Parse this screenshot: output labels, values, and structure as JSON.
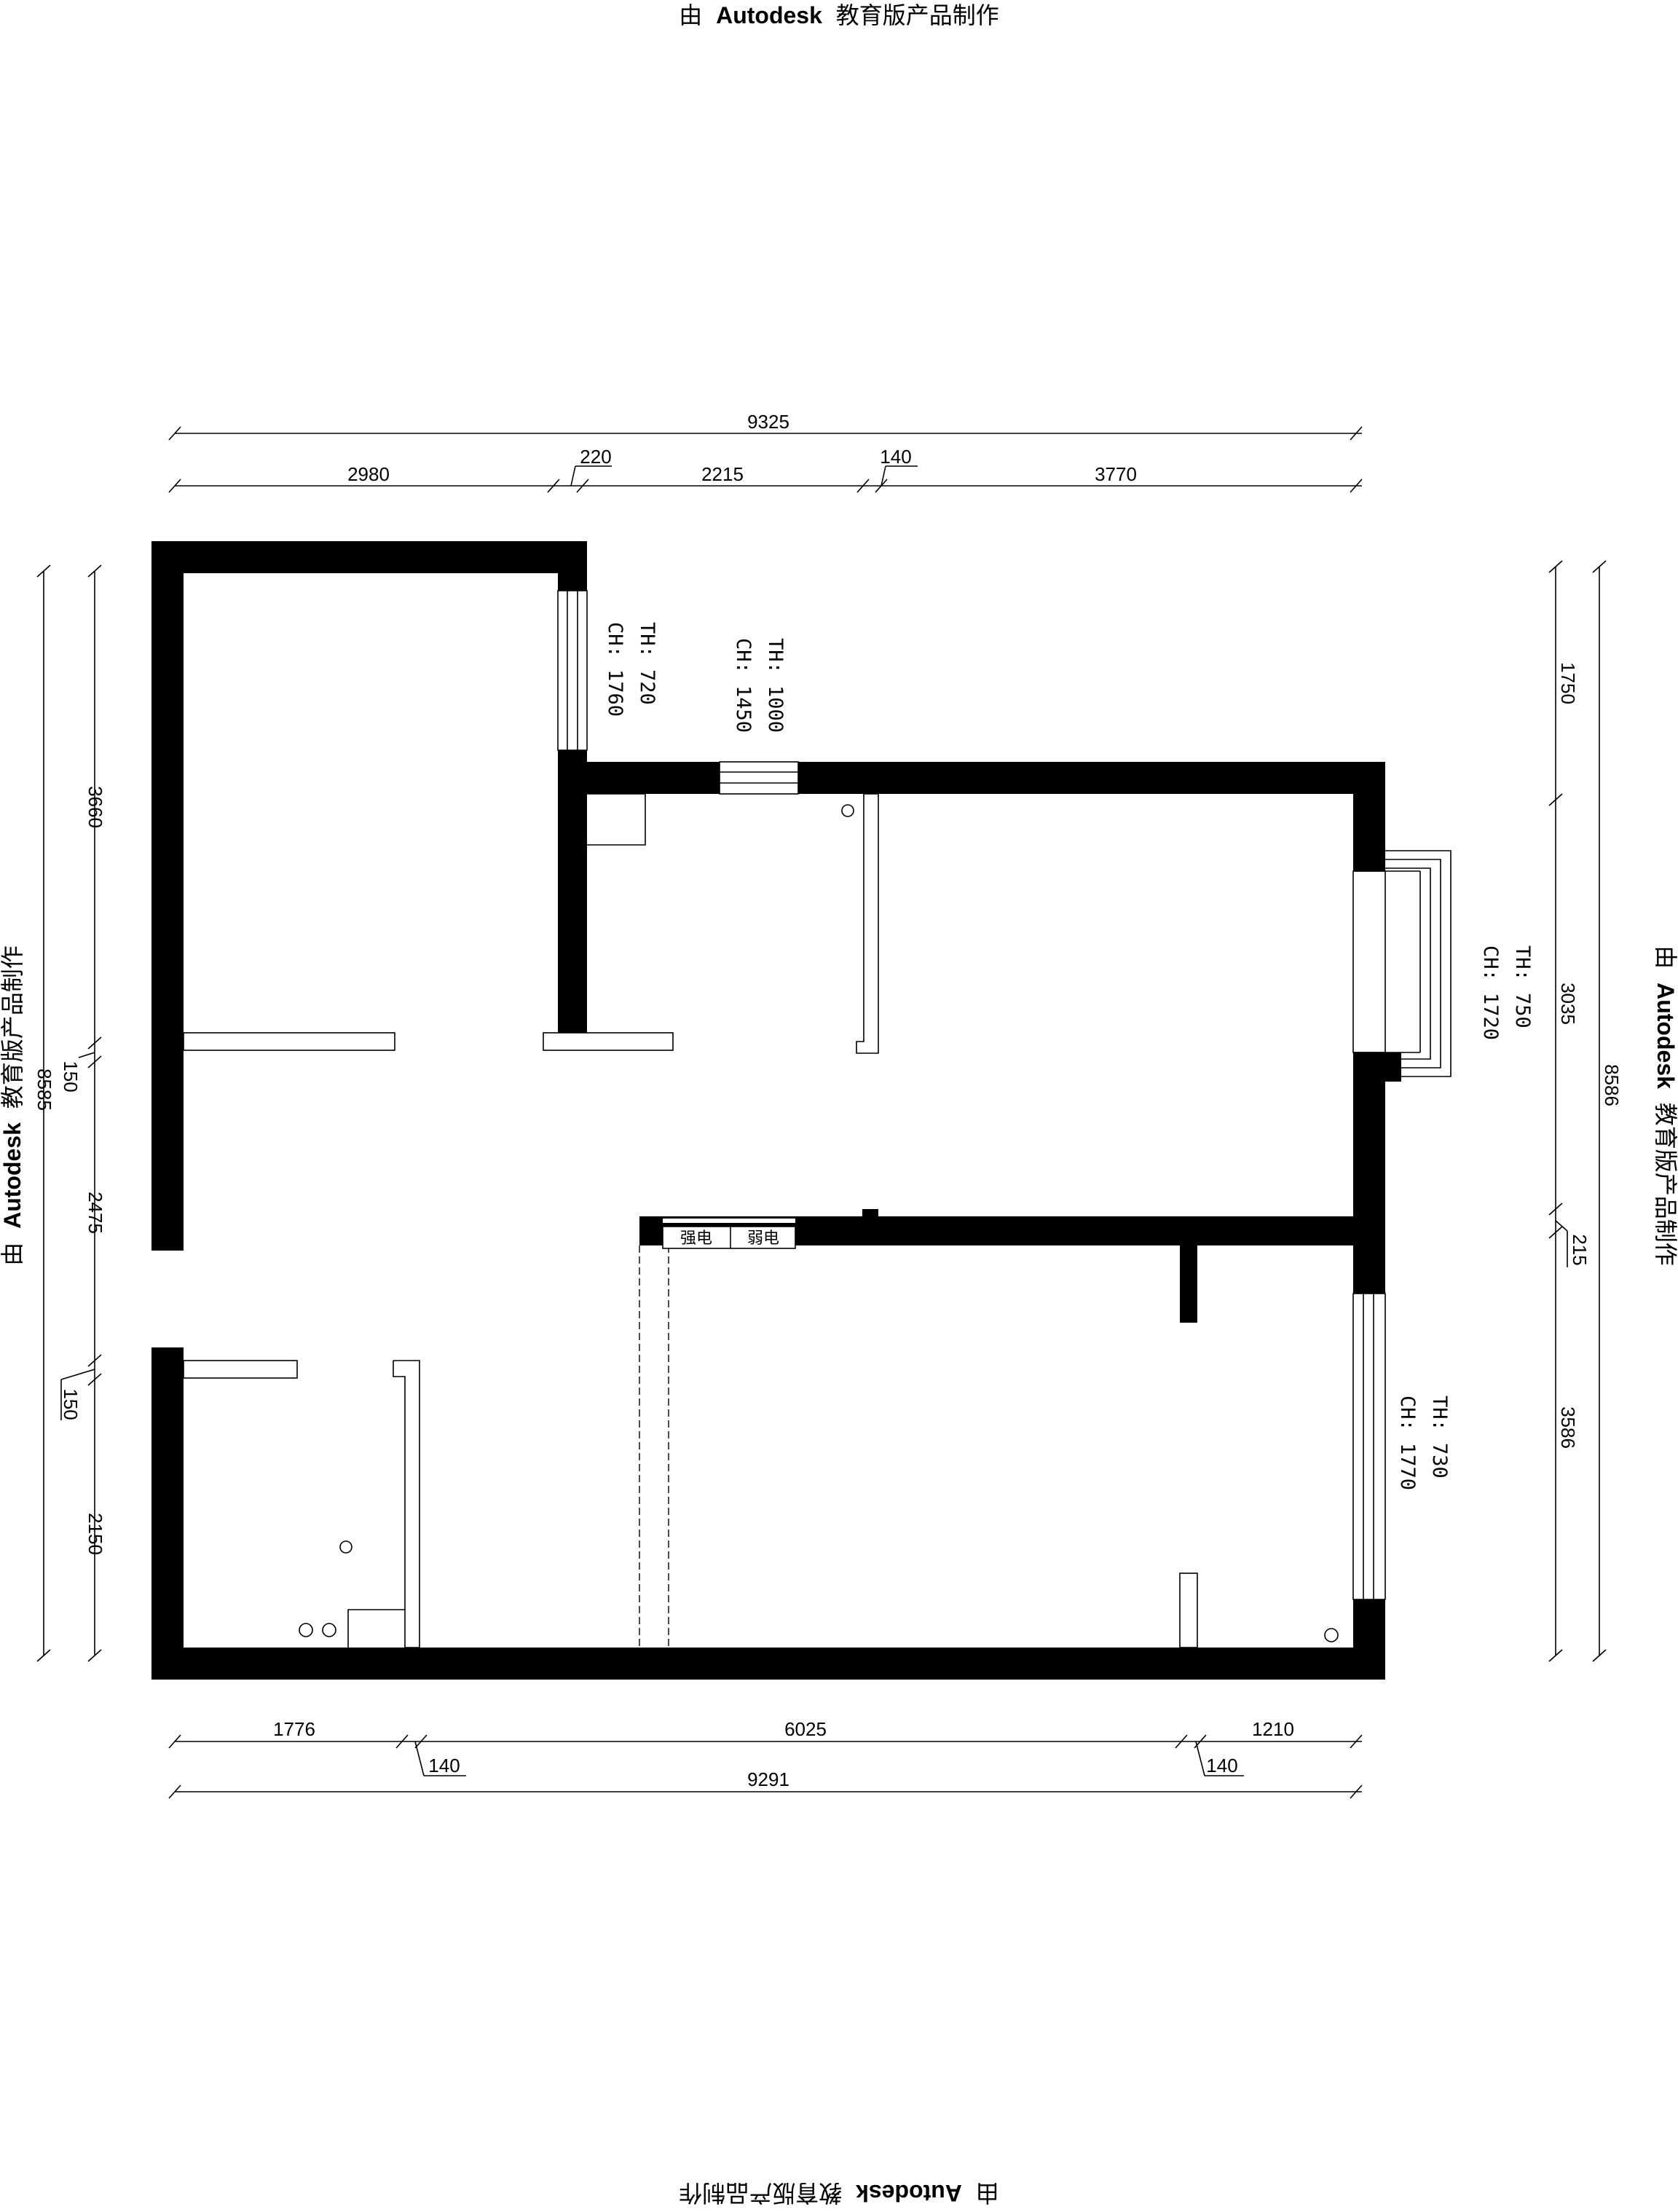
{
  "watermark": {
    "prefix": "由",
    "brand": "Autodesk",
    "suffix": "教育版产品制作"
  },
  "dimensions": {
    "top_total": "9325",
    "top_segments": [
      "2980",
      "220",
      "2215",
      "140",
      "3770"
    ],
    "bottom_segments": [
      "1776",
      "6025",
      "1210"
    ],
    "bottom_offsets": [
      "140",
      "140"
    ],
    "bottom_total": "9291",
    "left_segments": [
      "3660",
      "150",
      "2475",
      "150",
      "2150"
    ],
    "left_total": "8585",
    "right_segments": [
      "1750",
      "3035",
      "215",
      "3586"
    ],
    "right_total": "8586"
  },
  "window_notes": [
    {
      "th": "TH: 720",
      "ch": "CH: 1760"
    },
    {
      "th": "TH: 1000",
      "ch": "CH: 1450"
    },
    {
      "th": "TH: 750",
      "ch": "CH: 1720"
    },
    {
      "th": "TH: 730",
      "ch": "CH: 1770"
    }
  ],
  "panel_labels": {
    "strong": "强电",
    "weak": "弱电"
  }
}
